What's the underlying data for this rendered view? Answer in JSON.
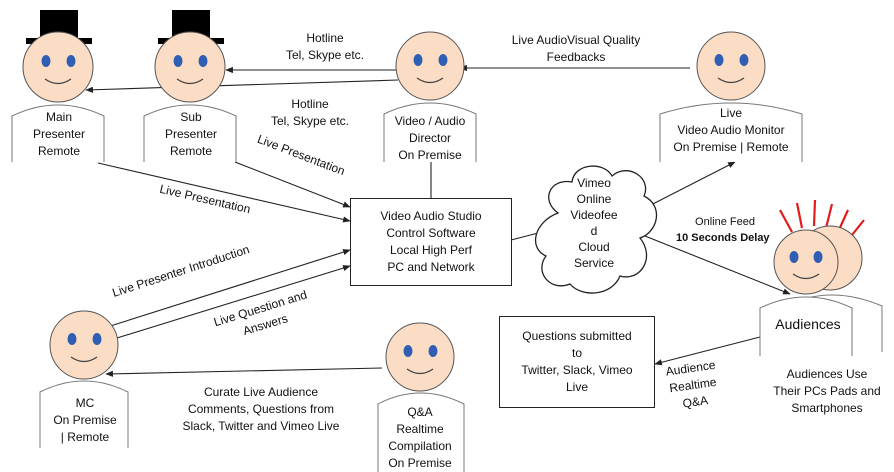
{
  "people": {
    "main_presenter": [
      "Main",
      "Presenter",
      "Remote"
    ],
    "sub_presenter": [
      "Sub",
      "Presenter",
      "Remote"
    ],
    "director": [
      "Video / Audio",
      "Director",
      "On Premise"
    ],
    "monitor": [
      "Live",
      "Video Audio Monitor",
      "On Premise | Remote"
    ],
    "mc": [
      "MC",
      "On Premise",
      "| Remote"
    ],
    "qa": [
      "Q&A",
      "Realtime",
      "Compilation",
      "On Premise"
    ],
    "audiences": "Audiences",
    "audiences_use": [
      "Audiences Use",
      "Their PCs Pads and",
      "Smartphones"
    ]
  },
  "boxes": {
    "studio": [
      "Video Audio Studio",
      "Control Software",
      "Local High Perf",
      "PC and Network"
    ],
    "questions": [
      "Questions submitted",
      "to",
      "Twitter, Slack, Vimeo",
      "Live"
    ]
  },
  "cloud": [
    "Vimeo",
    "Online",
    "Videofee",
    "d",
    "Cloud",
    "Service"
  ],
  "edges": {
    "hotline_top": [
      "Hotline",
      "Tel, Skype etc."
    ],
    "hotline_mid": [
      "Hotline",
      "Tel, Skype etc."
    ],
    "feedback": [
      "Live AudioVisual Quality",
      "Feedbacks"
    ],
    "live_pres_1": "Live Presentation",
    "live_pres_2": "Live Presentation",
    "presenter_intro": "Live Presenter Introduction",
    "question_answers": [
      "Live Question and",
      "Answers"
    ],
    "online_feed": "Online Feed",
    "delay": "10 Seconds Delay",
    "curate": [
      "Curate Live Audience",
      "Comments, Questions from",
      "Slack, Twitter and Vimeo Live"
    ],
    "audience_qa": [
      "Audience",
      "Realtime",
      "Q&A"
    ]
  },
  "colors": {
    "face": "#fbdcc4",
    "eye": "#2f5fb4",
    "hat": "#000000",
    "hair": "#e21b1b",
    "line": "#222222"
  }
}
